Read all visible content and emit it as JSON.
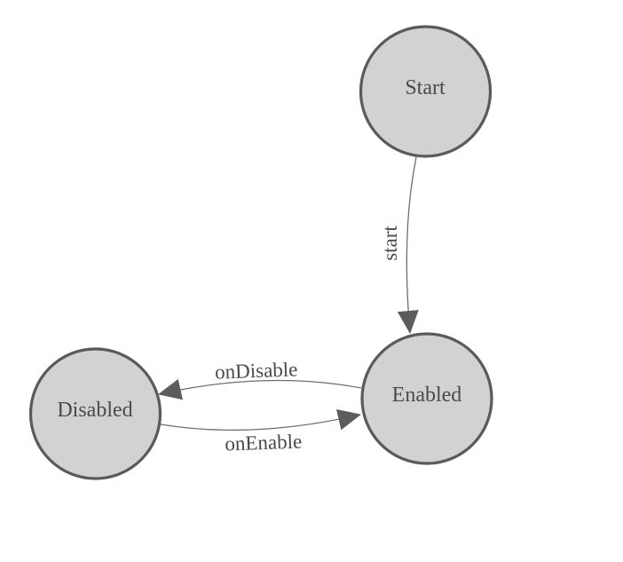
{
  "diagram": {
    "type": "state-machine",
    "colors": {
      "background": "#ffffff",
      "node_fill": "#d2d2d2",
      "node_border": "#5a5a5c",
      "edge_line": "#6e6e6e",
      "arrowhead": "#5c5c5e",
      "text": "#4a4a4c"
    },
    "nodes": {
      "start": {
        "label": "Start"
      },
      "enabled": {
        "label": "Enabled"
      },
      "disabled": {
        "label": "Disabled"
      }
    },
    "edges": {
      "start_transition": {
        "label": "start",
        "from": "Start",
        "to": "Enabled"
      },
      "on_disable": {
        "label": "onDisable",
        "from": "Enabled",
        "to": "Disabled"
      },
      "on_enable": {
        "label": "onEnable",
        "from": "Disabled",
        "to": "Enabled"
      }
    }
  }
}
